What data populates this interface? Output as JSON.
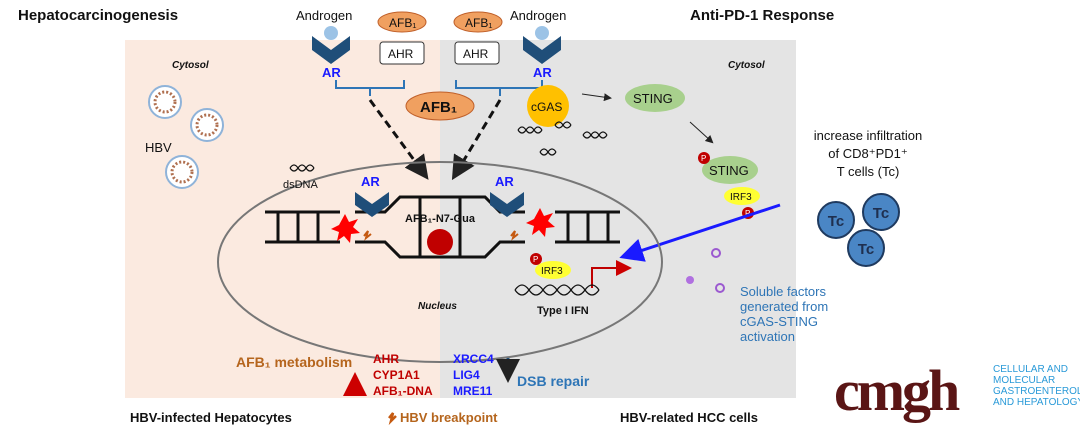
{
  "titles": {
    "left": "Hepatocarcinogenesis",
    "right": "Anti-PD-1 Response"
  },
  "labels": {
    "androgen": "Androgen",
    "ar": "AR",
    "afb1": "AFB₁",
    "ahr": "AHR",
    "cytosol": "Cytosol",
    "hbv": "HBV",
    "cgas": "cGAS",
    "sting": "STING",
    "p": "P",
    "irf3": "IRF3",
    "dsdna": "dsDNA",
    "adduct": "AFB₁-N7-Gua",
    "nucleus": "Nucleus",
    "type1ifn": "Type I IFN",
    "tc": "Tc"
  },
  "infiltration": [
    "increase  infiltration",
    "of CD8⁺PD1⁺",
    "T cells (Tc)"
  ],
  "soluble": [
    "Soluble factors",
    "generated from",
    "cGAS-STING",
    "activation"
  ],
  "metabolism": {
    "label": "AFB₁ metabolism",
    "genes": [
      "AHR",
      "CYP1A1",
      "AFB₁-DNA"
    ]
  },
  "repair": {
    "label": "DSB repair",
    "genes": [
      "XRCC4",
      "LIG4",
      "MRE11"
    ]
  },
  "footer": {
    "left": "HBV-infected Hepatocytes",
    "middle": "HBV breakpoint",
    "right": "HBV-related HCC cells"
  },
  "logo": {
    "mark": "cmgh",
    "lines": [
      "CELLULAR AND",
      "MOLECULAR",
      "GASTROENTEROLOGY",
      "AND HEPATOLOGY"
    ]
  },
  "colors": {
    "left_panel": "#fbeae0",
    "right_panel": "#e4e4e4",
    "ar_blue": "#1a1aff",
    "afb1_orange": "#f0a060",
    "sting_green": "#a8d08d",
    "irf3_yellow": "#ffff33",
    "tc_blue": "#4a86c5",
    "logo_maroon": "#5a1515",
    "logo_blue": "#2a9ad8"
  }
}
